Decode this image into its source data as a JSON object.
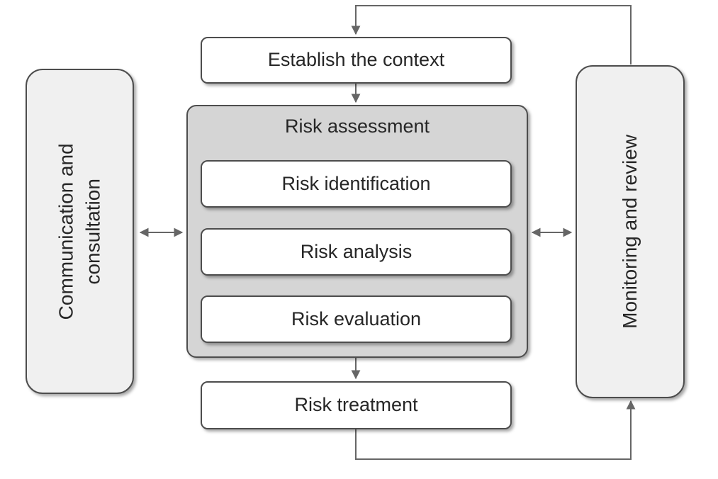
{
  "diagram": {
    "nodes": {
      "establish": {
        "label": "Establish the context"
      },
      "assessment": {
        "label": "Risk assessment"
      },
      "identification": {
        "label": "Risk identification"
      },
      "analysis": {
        "label": "Risk analysis"
      },
      "evaluation": {
        "label": "Risk evaluation"
      },
      "treatment": {
        "label": "Risk treatment"
      },
      "communication": {
        "lines": [
          "Communication and",
          "consultation"
        ]
      },
      "monitoring": {
        "label": "Monitoring and review"
      }
    },
    "edges": [
      {
        "from": "monitoring",
        "to": "establish",
        "direction": "one-way"
      },
      {
        "from": "establish",
        "to": "assessment",
        "direction": "one-way"
      },
      {
        "from": "identification",
        "to": "analysis",
        "direction": "one-way"
      },
      {
        "from": "analysis",
        "to": "evaluation",
        "direction": "one-way"
      },
      {
        "from": "assessment",
        "to": "treatment",
        "direction": "one-way"
      },
      {
        "from": "treatment",
        "to": "monitoring",
        "direction": "one-way"
      },
      {
        "from": "communication",
        "to": "assessment",
        "direction": "two-way"
      },
      {
        "from": "assessment",
        "to": "monitoring",
        "direction": "two-way"
      }
    ],
    "colors": {
      "background": "#ffffff",
      "box_fill": "#ffffff",
      "container_fill": "#d5d5d5",
      "side_fill": "#f0f0f0",
      "border": "#4d4d4d",
      "connector": "#666666",
      "text": "#262626"
    }
  }
}
